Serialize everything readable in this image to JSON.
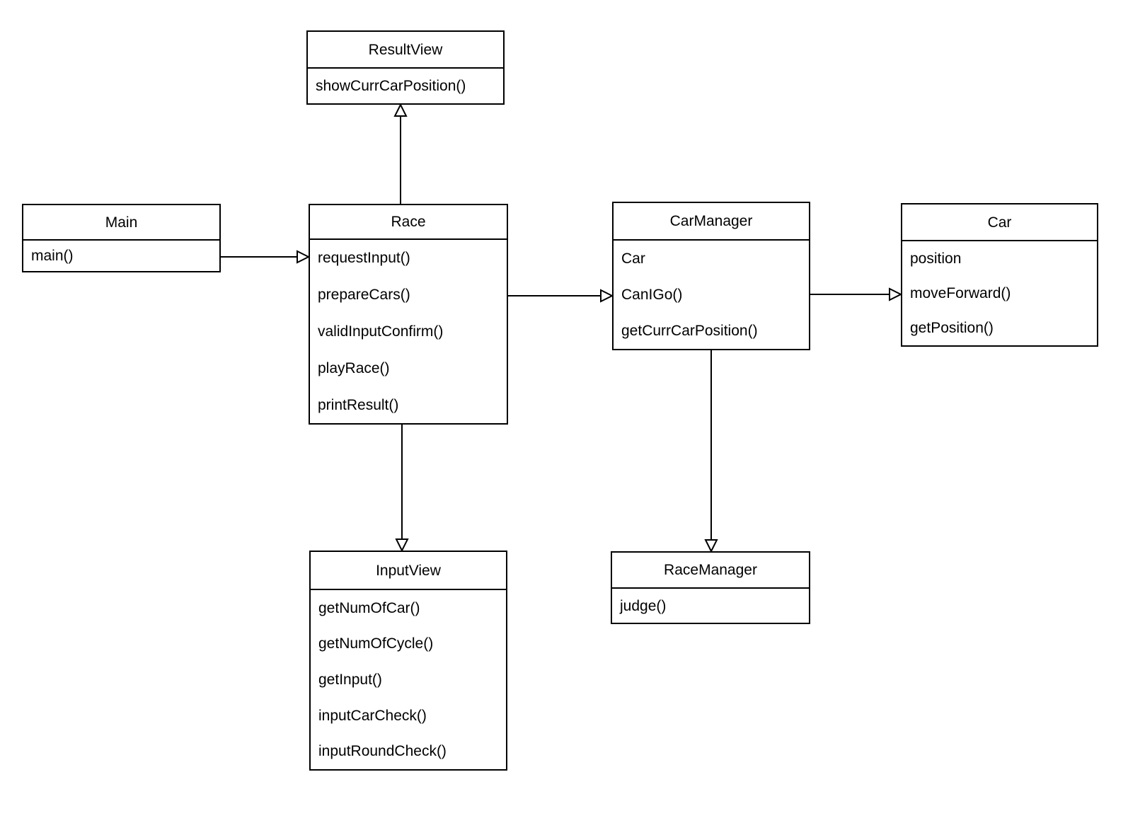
{
  "diagram": {
    "type": "uml-class-diagram",
    "colors": {
      "background": "#ffffff",
      "box_fill": "#ffffff",
      "stroke": "#000000",
      "text": "#000000"
    },
    "classes": [
      {
        "title": "ResultView",
        "members": [
          "showCurrCarPosition()"
        ]
      },
      {
        "title": "Main",
        "members": [
          "main()"
        ]
      },
      {
        "title": "Race",
        "members": [
          "requestInput()",
          "prepareCars()",
          "validInputConfirm()",
          "playRace()",
          "printResult()"
        ]
      },
      {
        "title": "CarManager",
        "members": [
          "Car",
          "CanIGo()",
          "getCurrCarPosition()"
        ]
      },
      {
        "title": "Car",
        "members": [
          "position",
          "moveForward()",
          "getPosition()"
        ]
      },
      {
        "title": "InputView",
        "members": [
          "getNumOfCar()",
          "getNumOfCycle()",
          "getInput()",
          "inputCarCheck()",
          "inputRoundCheck()"
        ]
      },
      {
        "title": "RaceManager",
        "members": [
          "judge()"
        ]
      }
    ],
    "connectors": [
      {
        "from": "Main",
        "to": "Race",
        "arrowhead": "open-triangle",
        "direction": "right"
      },
      {
        "from": "Race",
        "to": "ResultView",
        "arrowhead": "open-triangle",
        "direction": "up"
      },
      {
        "from": "Race",
        "to": "CarManager",
        "arrowhead": "open-triangle",
        "direction": "right"
      },
      {
        "from": "CarManager",
        "to": "Car",
        "arrowhead": "open-triangle",
        "direction": "right"
      },
      {
        "from": "Race",
        "to": "InputView",
        "arrowhead": "open-triangle",
        "direction": "down"
      },
      {
        "from": "CarManager",
        "to": "RaceManager",
        "arrowhead": "open-triangle",
        "direction": "down"
      }
    ]
  }
}
